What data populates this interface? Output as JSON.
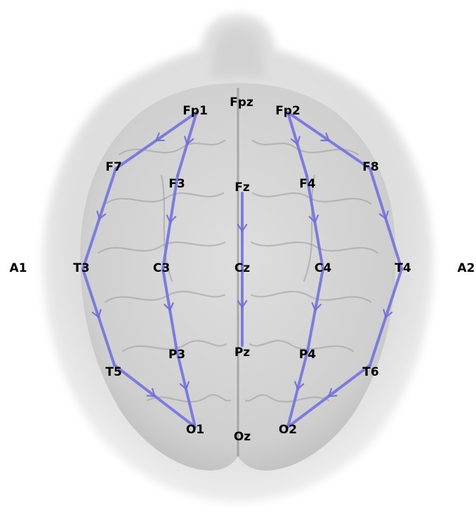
{
  "title": "",
  "colors": {
    "chain": "#7474e0",
    "background": "#ffffff",
    "label": "#000000"
  },
  "electrodes": [
    {
      "id": "fp1",
      "label": "Fp1"
    },
    {
      "id": "fpz",
      "label": "Fpz"
    },
    {
      "id": "fp2",
      "label": "Fp2"
    },
    {
      "id": "f7",
      "label": "F7"
    },
    {
      "id": "f3",
      "label": "F3"
    },
    {
      "id": "fz",
      "label": "Fz"
    },
    {
      "id": "f4",
      "label": "F4"
    },
    {
      "id": "f8",
      "label": "F8"
    },
    {
      "id": "a1",
      "label": "A1"
    },
    {
      "id": "t3",
      "label": "T3"
    },
    {
      "id": "c3",
      "label": "C3"
    },
    {
      "id": "cz",
      "label": "Cz"
    },
    {
      "id": "c4",
      "label": "C4"
    },
    {
      "id": "t4",
      "label": "T4"
    },
    {
      "id": "a2",
      "label": "A2"
    },
    {
      "id": "t5",
      "label": "T5"
    },
    {
      "id": "p3",
      "label": "P3"
    },
    {
      "id": "pz",
      "label": "Pz"
    },
    {
      "id": "p4",
      "label": "P4"
    },
    {
      "id": "t6",
      "label": "T6"
    },
    {
      "id": "o1",
      "label": "O1"
    },
    {
      "id": "oz",
      "label": "Oz"
    },
    {
      "id": "o2",
      "label": "O2"
    }
  ],
  "chains": [
    {
      "id": "left-temporal",
      "nodes": [
        "fp1",
        "f7",
        "t3",
        "t5",
        "o1"
      ]
    },
    {
      "id": "left-parasagittal",
      "nodes": [
        "fp1",
        "f3",
        "c3",
        "p3",
        "o1"
      ]
    },
    {
      "id": "midline",
      "nodes": [
        "fz",
        "cz",
        "pz"
      ]
    },
    {
      "id": "right-parasagittal",
      "nodes": [
        "fp2",
        "f4",
        "c4",
        "p4",
        "o2"
      ]
    },
    {
      "id": "right-temporal",
      "nodes": [
        "fp2",
        "f8",
        "t4",
        "t6",
        "o2"
      ]
    }
  ]
}
